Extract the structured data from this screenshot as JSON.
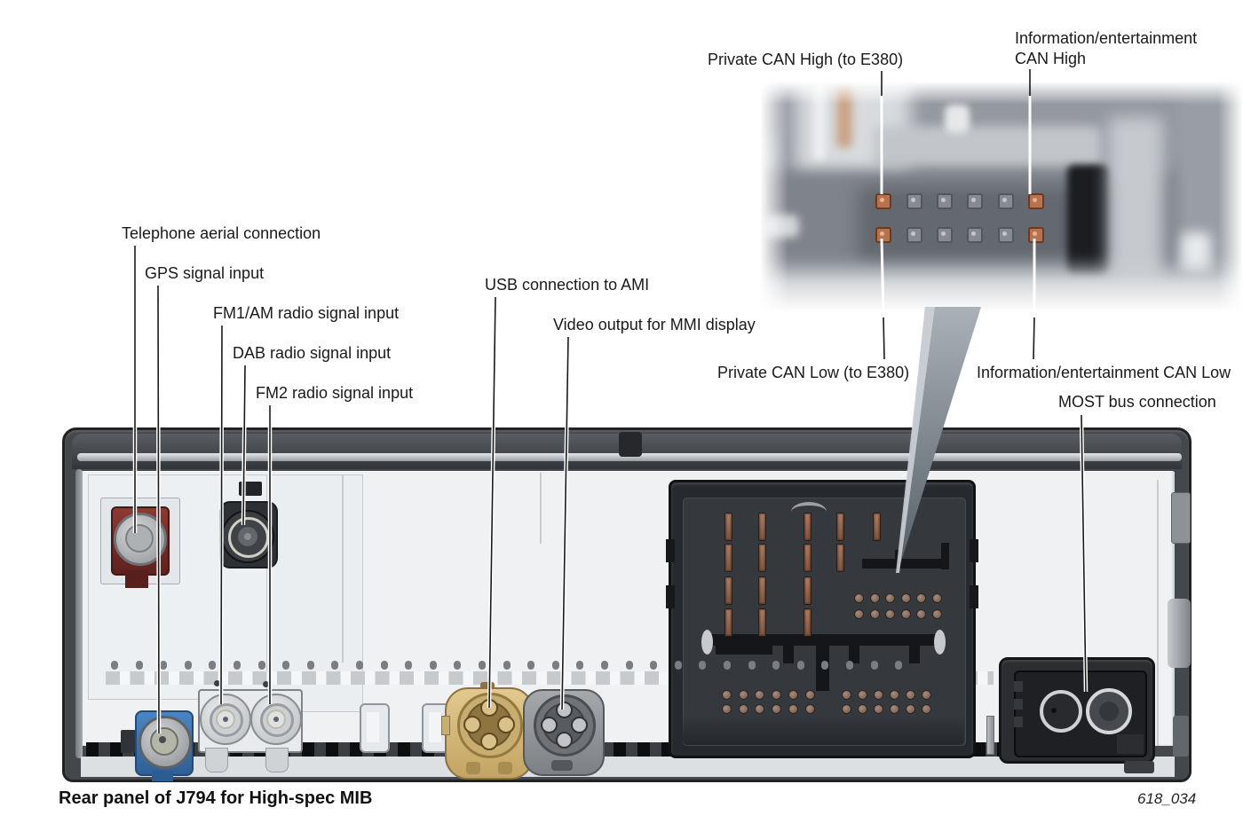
{
  "figure": {
    "caption": "Rear panel of J794 for High-spec MIB",
    "drawing_number": "618_034"
  },
  "labels": {
    "telephone": "Telephone aerial connection",
    "gps": "GPS signal input",
    "fm1_am": "FM1/AM radio signal input",
    "dab": "DAB radio signal input",
    "fm2": "FM2 radio signal input",
    "usb": "USB connection to AMI",
    "video": "Video output for MMI display",
    "private_can_high": "Private CAN High (to E380)",
    "info_can_high": "Information/entertainment CAN High",
    "private_can_low": "Private CAN Low (to E380)",
    "info_can_low": "Information/entertainment CAN Low",
    "most": "MOST bus connection"
  },
  "colors": {
    "telephone_fakra_red": "#7c2a26",
    "gps_fakra_blue": "#3f76b2",
    "usb_hsd_gold": "#d9bd84",
    "video_hsd_gray": "#97999c",
    "can_pin_copper": "#b5734f",
    "chassis_dark": "#44484d",
    "panel_face": "#eff1f3",
    "connector_black": "#26292d"
  },
  "generated": {
    "vent_dots": 33,
    "main_connector": {
      "blade_rows": [
        5,
        4,
        3,
        3
      ],
      "round_pin_grids": 3,
      "grid_cols": 6,
      "grid_rows": 2
    },
    "inset_pins": {
      "cols": 6,
      "rows": 2,
      "copper_cols": [
        1,
        6
      ]
    }
  }
}
